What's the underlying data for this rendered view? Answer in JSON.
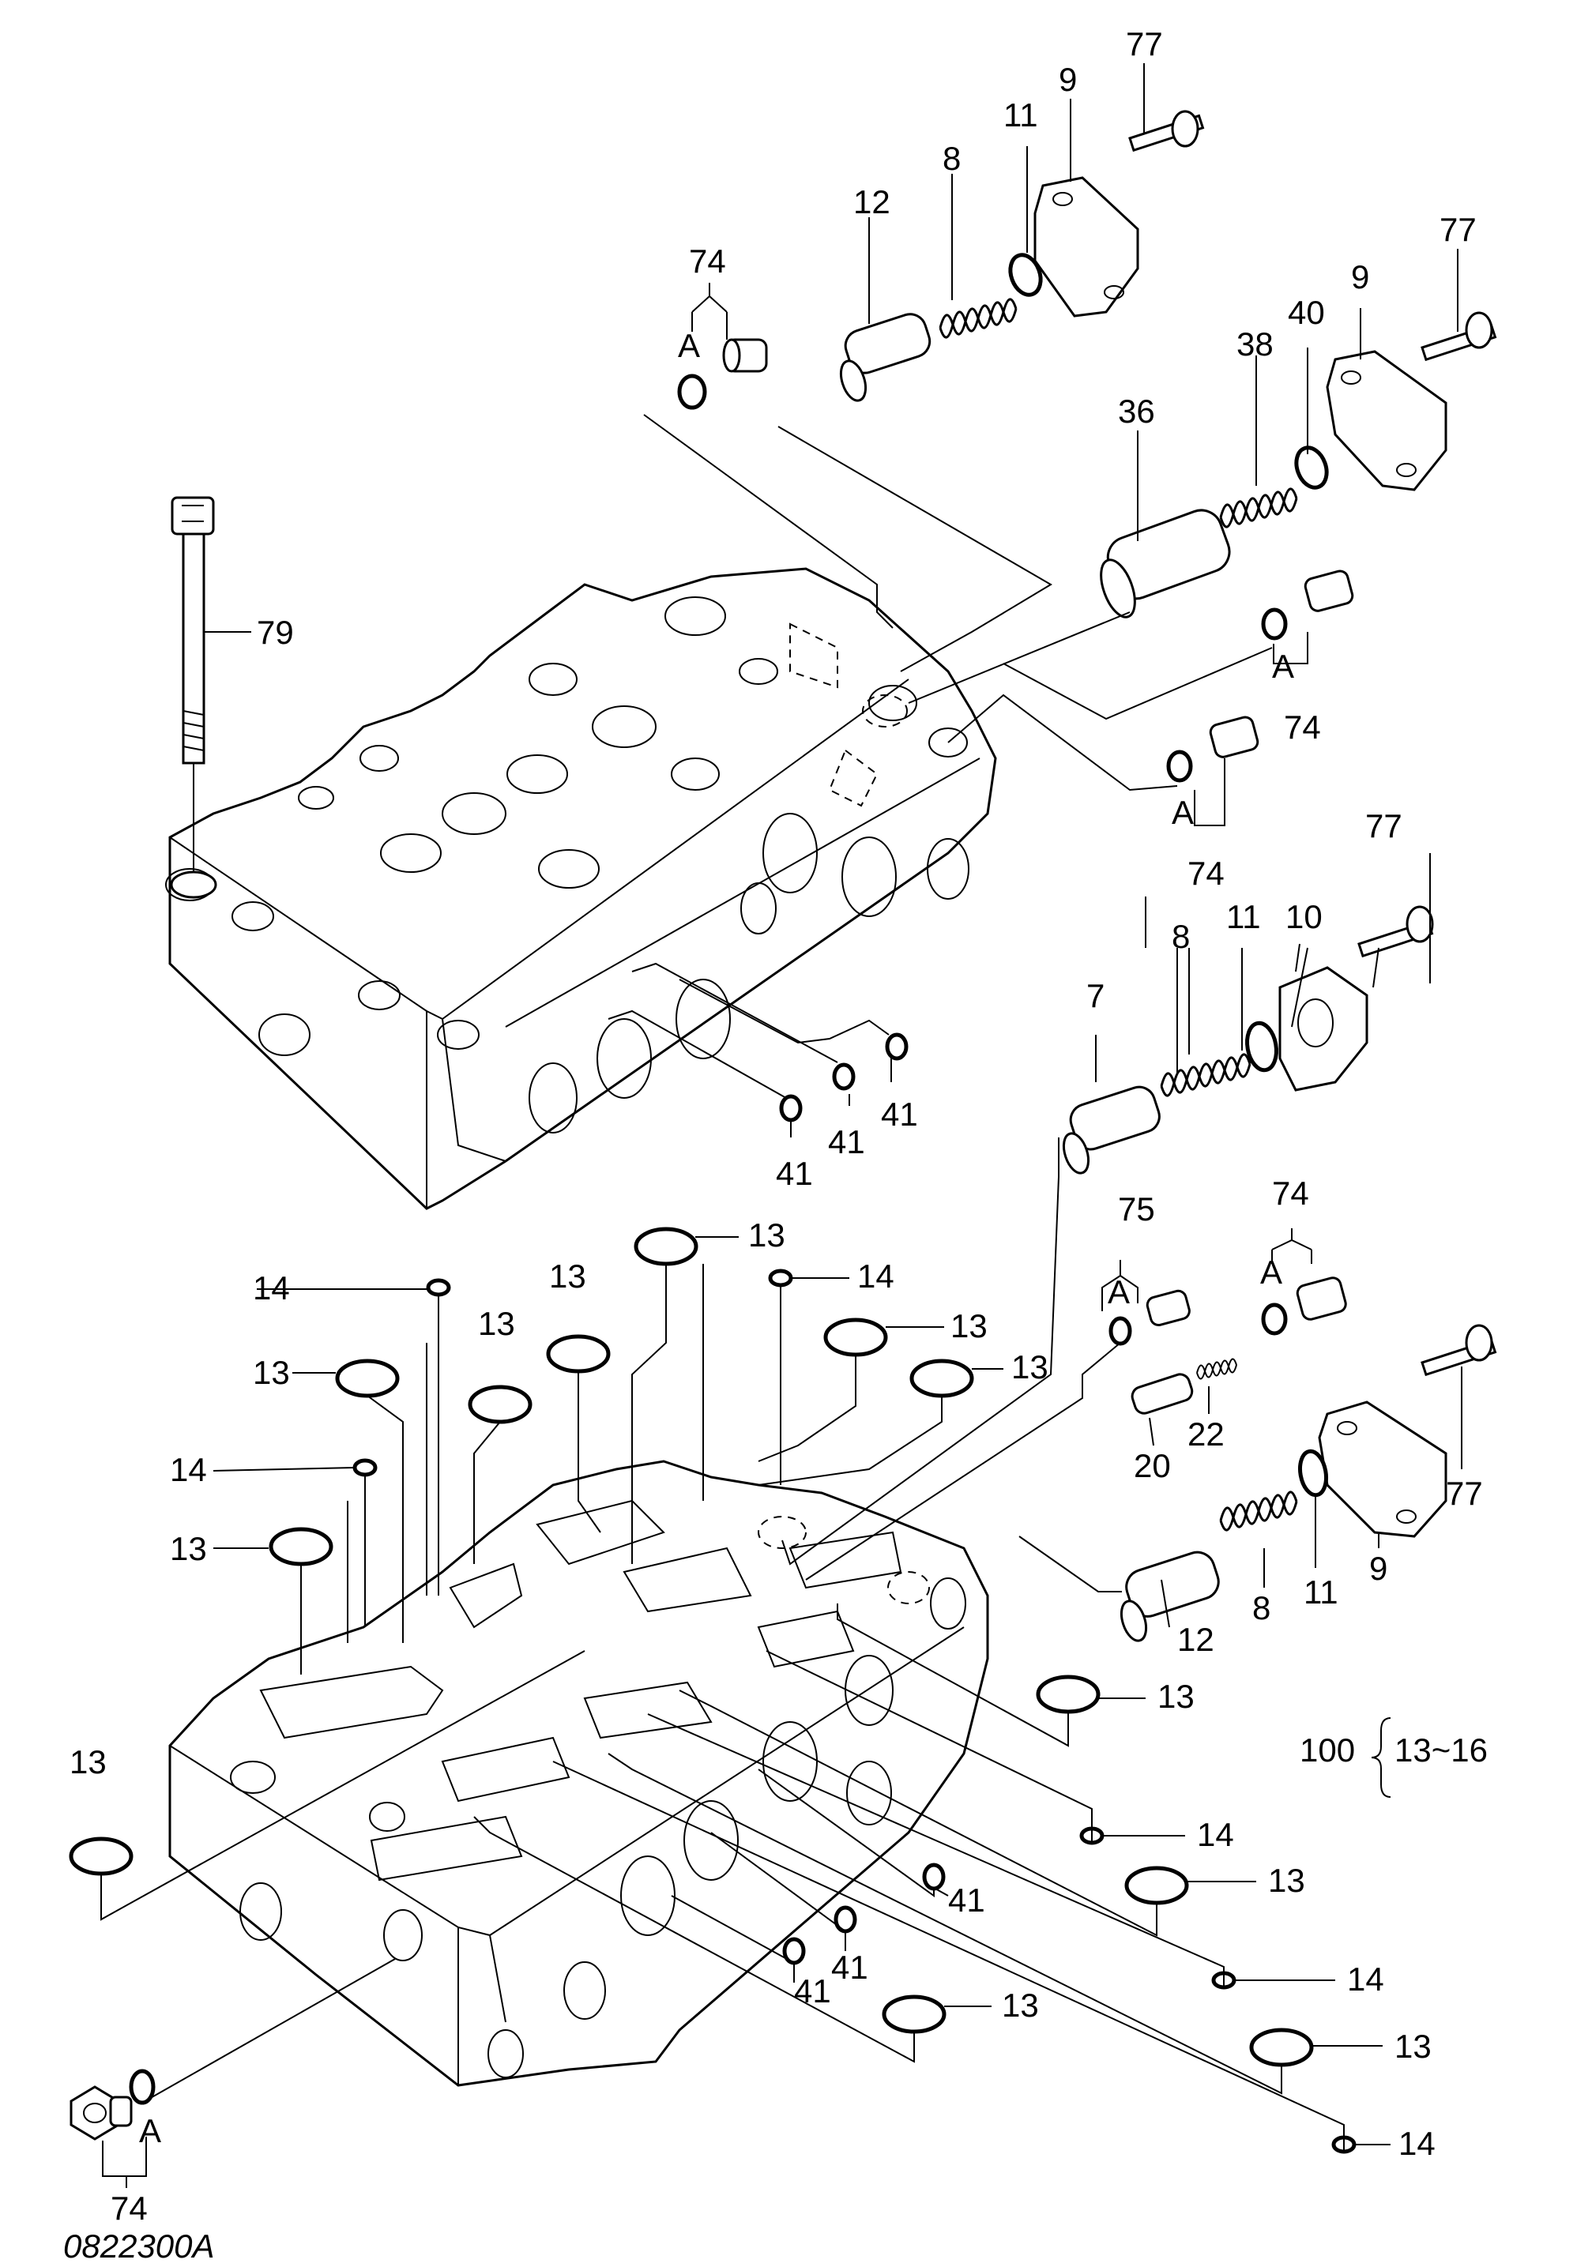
{
  "drawing_code": "0822300A",
  "set_note": {
    "number": "100",
    "range": "13~16"
  },
  "labels": [
    {
      "id": "l77a",
      "text": "77"
    },
    {
      "id": "l9a",
      "text": "9"
    },
    {
      "id": "l11a",
      "text": "11"
    },
    {
      "id": "l8a",
      "text": "8"
    },
    {
      "id": "l12a",
      "text": "12"
    },
    {
      "id": "l74a",
      "text": "74"
    },
    {
      "id": "lAa",
      "text": "A"
    },
    {
      "id": "l77b",
      "text": "77"
    },
    {
      "id": "l9b",
      "text": "9"
    },
    {
      "id": "l40",
      "text": "40"
    },
    {
      "id": "l38",
      "text": "38"
    },
    {
      "id": "l36",
      "text": "36"
    },
    {
      "id": "l79",
      "text": "79"
    },
    {
      "id": "lAb",
      "text": "A"
    },
    {
      "id": "l74b",
      "text": "74"
    },
    {
      "id": "lAc",
      "text": "A"
    },
    {
      "id": "l74c",
      "text": "74"
    },
    {
      "id": "l77c",
      "text": "77"
    },
    {
      "id": "l10",
      "text": "10"
    },
    {
      "id": "l11b",
      "text": "11"
    },
    {
      "id": "l8b",
      "text": "8"
    },
    {
      "id": "l7",
      "text": "7"
    },
    {
      "id": "l41a",
      "text": "41"
    },
    {
      "id": "l41b",
      "text": "41"
    },
    {
      "id": "l41c",
      "text": "41"
    },
    {
      "id": "l75",
      "text": "75"
    },
    {
      "id": "lAd",
      "text": "A"
    },
    {
      "id": "l74d",
      "text": "74"
    },
    {
      "id": "lAe",
      "text": "A"
    },
    {
      "id": "l22",
      "text": "22"
    },
    {
      "id": "l20",
      "text": "20"
    },
    {
      "id": "l77d",
      "text": "77"
    },
    {
      "id": "l9c",
      "text": "9"
    },
    {
      "id": "l11c",
      "text": "11"
    },
    {
      "id": "l8c",
      "text": "8"
    },
    {
      "id": "l12b",
      "text": "12"
    },
    {
      "id": "l13a",
      "text": "13"
    },
    {
      "id": "l14a",
      "text": "14"
    },
    {
      "id": "l13b",
      "text": "13"
    },
    {
      "id": "l13c",
      "text": "13"
    },
    {
      "id": "l14b",
      "text": "14"
    },
    {
      "id": "l13d",
      "text": "13"
    },
    {
      "id": "l13e",
      "text": "13"
    },
    {
      "id": "l13f",
      "text": "13"
    },
    {
      "id": "l14c",
      "text": "14"
    },
    {
      "id": "l13g",
      "text": "13"
    },
    {
      "id": "l13h",
      "text": "13"
    },
    {
      "id": "l13i",
      "text": "13"
    },
    {
      "id": "l14d",
      "text": "14"
    },
    {
      "id": "l41d",
      "text": "41"
    },
    {
      "id": "l13j",
      "text": "13"
    },
    {
      "id": "l41e",
      "text": "41"
    },
    {
      "id": "l41f",
      "text": "41"
    },
    {
      "id": "l14e",
      "text": "14"
    },
    {
      "id": "l13k",
      "text": "13"
    },
    {
      "id": "lAf",
      "text": "A"
    },
    {
      "id": "l74e",
      "text": "74"
    },
    {
      "id": "l13l",
      "text": "13"
    },
    {
      "id": "l14f",
      "text": "14"
    }
  ]
}
